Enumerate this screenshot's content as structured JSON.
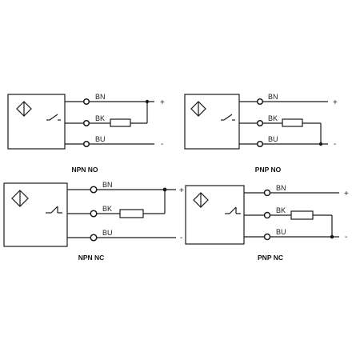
{
  "diagrams": [
    {
      "caption": "NPN NO",
      "wires": [
        {
          "label": "BN",
          "sign": "+"
        },
        {
          "label": "BK"
        },
        {
          "label": "BU",
          "sign": "-"
        }
      ]
    },
    {
      "caption": "PNP NO",
      "wires": [
        {
          "label": "BN",
          "sign": "+"
        },
        {
          "label": "BK"
        },
        {
          "label": "BU",
          "sign": "-"
        }
      ]
    },
    {
      "caption": "NPN NC",
      "wires": [
        {
          "label": "BN",
          "sign": "+"
        },
        {
          "label": "BK"
        },
        {
          "label": "BU",
          "sign": "-"
        }
      ]
    },
    {
      "caption": "PNP NC",
      "wires": [
        {
          "label": "BN",
          "sign": "+"
        },
        {
          "label": "BK"
        },
        {
          "label": "BU",
          "sign": "-"
        }
      ]
    }
  ]
}
